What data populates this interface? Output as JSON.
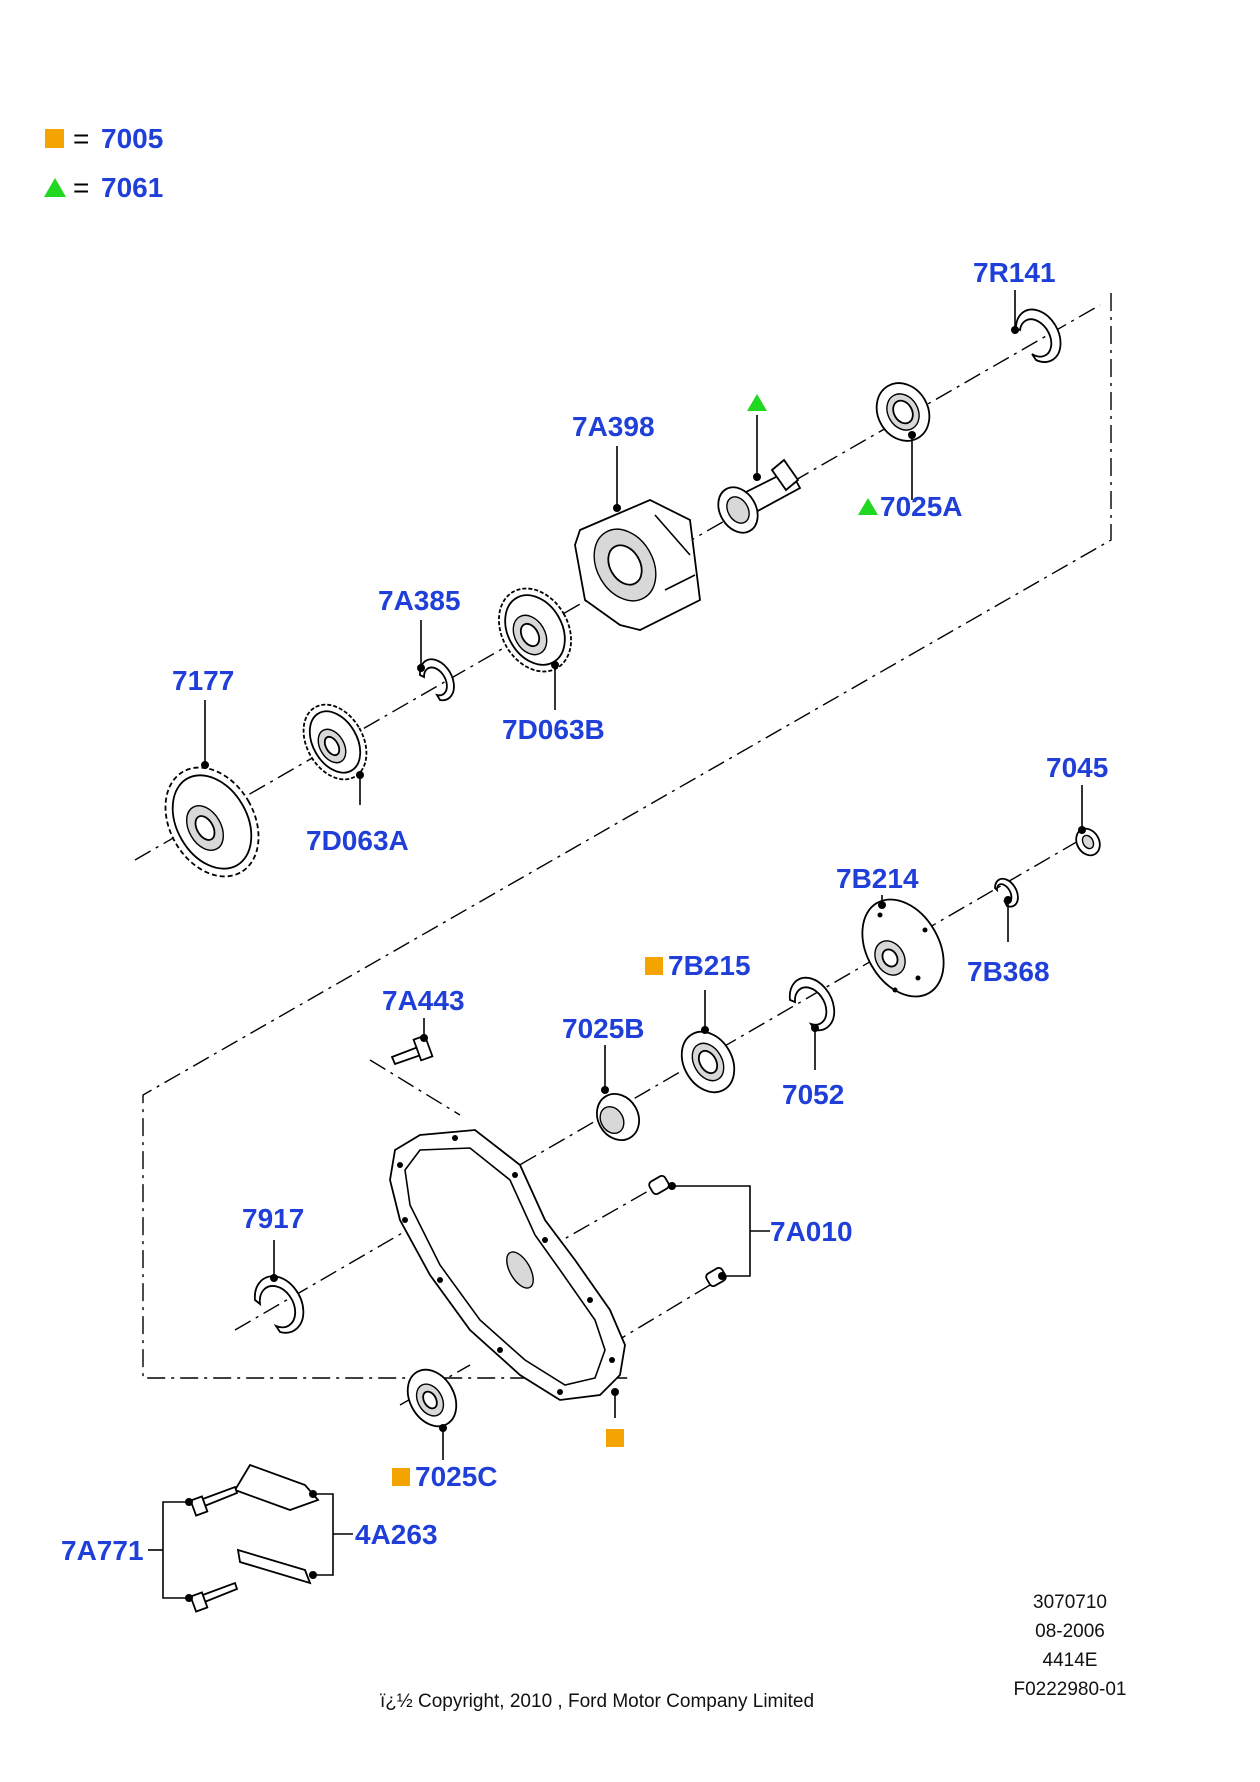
{
  "legend": [
    {
      "symbol": "square",
      "color": "#f5a300",
      "label": "= ",
      "value": "7005"
    },
    {
      "symbol": "triangle",
      "color": "#1fd81f",
      "label": "= ",
      "value": "7061"
    }
  ],
  "colors": {
    "callout": "#1f3fd8",
    "square": "#f5a300",
    "triangle": "#1fd81f"
  },
  "callouts": {
    "c7R141": "7R141",
    "c7A398": "7A398",
    "c7025A": "7025A",
    "c7A385": "7A385",
    "c7177": "7177",
    "c7D063B": "7D063B",
    "c7D063A": "7D063A",
    "c7045": "7045",
    "c7B214": "7B214",
    "c7B215": "7B215",
    "c7B368": "7B368",
    "c7A443": "7A443",
    "c7025B": "7025B",
    "c7052": "7052",
    "c7917": "7917",
    "c7A010": "7A010",
    "c7025C": "7025C",
    "c7A771": "7A771",
    "c4A263": "4A263"
  },
  "reference": {
    "line1": "3070710",
    "line2": "08-2006",
    "line3": "4414E",
    "line4": "F0222980-01"
  },
  "copyright": "ï¿½ Copyright, 2010 , Ford Motor Company Limited"
}
